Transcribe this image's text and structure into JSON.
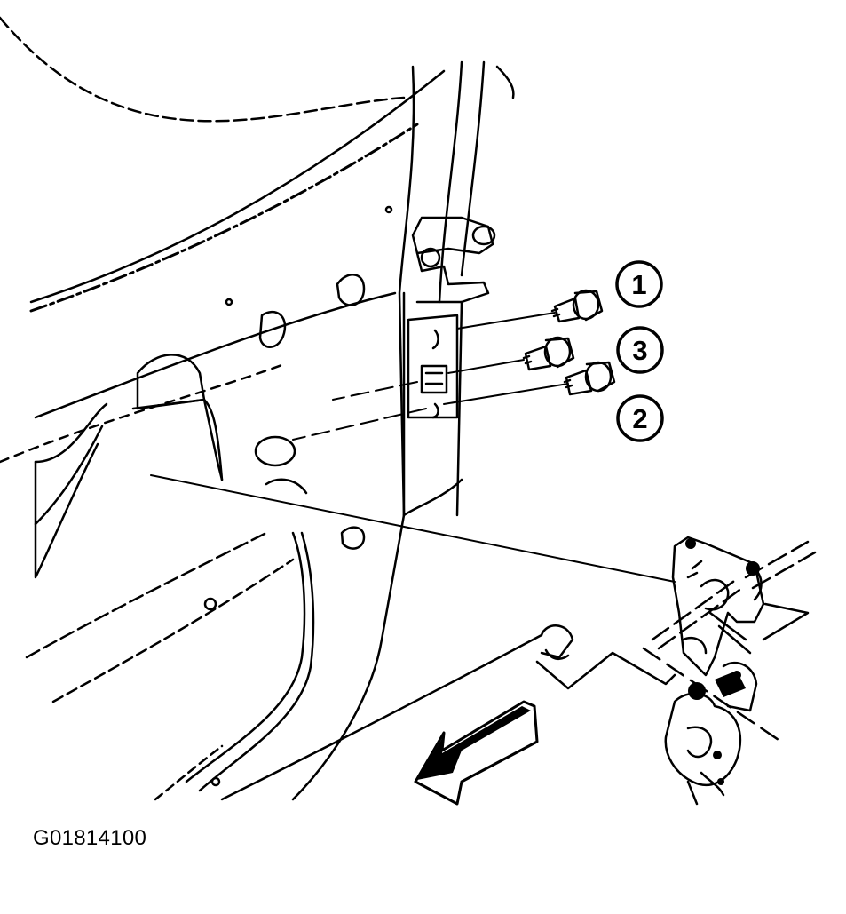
{
  "figure": {
    "code": "G01814100"
  },
  "callouts": [
    {
      "id": "bolt-1",
      "label": "1"
    },
    {
      "id": "bolt-3",
      "label": "3"
    },
    {
      "id": "bolt-2",
      "label": "2"
    }
  ],
  "colors": {
    "ink": "#000000",
    "paper": "#ffffff"
  }
}
